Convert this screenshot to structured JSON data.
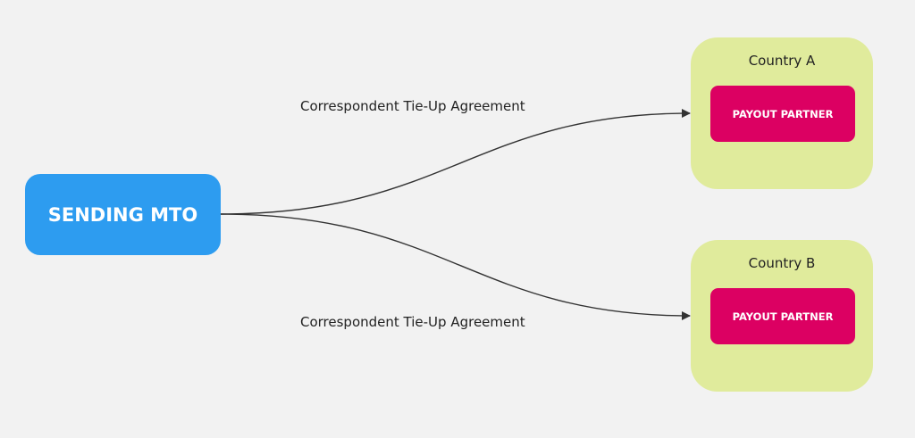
{
  "diagram": {
    "sender": {
      "label": "SENDING MTO",
      "color": "#2d9cf0"
    },
    "countries": [
      {
        "label": "Country A",
        "partner": "PAYOUT PARTNER",
        "color": "#e0eb9c",
        "partner_color": "#dc0062"
      },
      {
        "label": "Country B",
        "partner": "PAYOUT PARTNER",
        "color": "#e0eb9c",
        "partner_color": "#dc0062"
      }
    ],
    "edges": [
      {
        "from": "SENDING MTO",
        "to": "Country A",
        "label": "Correspondent Tie-Up Agreement"
      },
      {
        "from": "SENDING MTO",
        "to": "Country B",
        "label": "Correspondent Tie-Up Agreement"
      }
    ]
  }
}
